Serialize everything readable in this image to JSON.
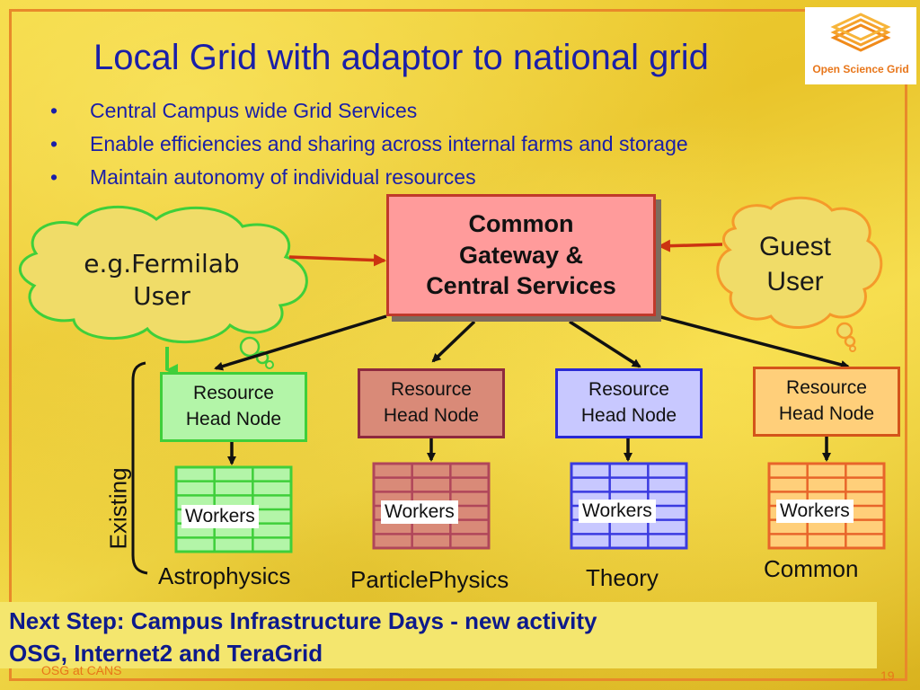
{
  "slide": {
    "title": "Local Grid with adaptor to national grid",
    "bullets": [
      "Central Campus wide Grid Services",
      "Enable efficiencies and sharing across internal farms and storage",
      "Maintain autonomy of individual resources"
    ],
    "logo_text": "Open Science Grid",
    "page_number": "19",
    "footer_left": "OSG at CANS"
  },
  "diagram": {
    "gateway_label": "Common\nGateway &\nCentral Services",
    "fermilab_user": "e.g.Fermilab\nUser",
    "guest_user": "Guest\nUser",
    "existing_label": "Existing",
    "farms": [
      {
        "name": "Astrophysics",
        "head_node": "Resource\nHead Node",
        "workers": "Workers",
        "fill": "#b3f5a8",
        "border": "#3fcf3a",
        "grid": "#3fcf3a"
      },
      {
        "name": "ParticlePhysics",
        "head_node": "Resource\nHead Node",
        "workers": "Workers",
        "fill": "#d98a78",
        "border": "#8e2a3e",
        "grid": "#b0465a"
      },
      {
        "name": "Theory",
        "head_node": "Resource\nHead Node",
        "workers": "Workers",
        "fill": "#c8c8ff",
        "border": "#2a2ad4",
        "grid": "#3a3ae0"
      },
      {
        "name": "Common",
        "head_node": "Resource\nHead Node",
        "workers": "Workers",
        "fill": "#ffcf7a",
        "border": "#d4541a",
        "grid": "#e8652a"
      }
    ]
  },
  "banner": {
    "line1": "Next Step: Campus Infrastructure Days - new activity",
    "line2": "OSG, Internet2 and TeraGrid"
  },
  "colors": {
    "title_blue": "#1a1fa8",
    "frame_orange": "#e8892a",
    "gateway_fill": "#ff9b9b",
    "cloud_fill": "#f0dc68",
    "arrow_red": "#cc3311"
  }
}
